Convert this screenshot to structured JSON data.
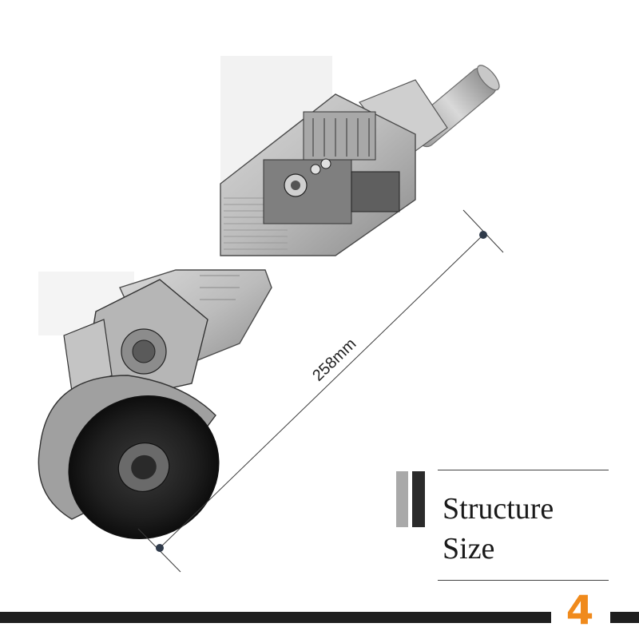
{
  "illustration": {
    "subject": "angle-grinder-cutaway",
    "dimension_label": "258mm"
  },
  "title_block": {
    "line1": "Structure",
    "line2": "Size"
  },
  "page_number": "4",
  "colors": {
    "accent": "#f08a1c",
    "bar_dark": "#1f1f1f",
    "bar_light": "#a9a9a9"
  }
}
